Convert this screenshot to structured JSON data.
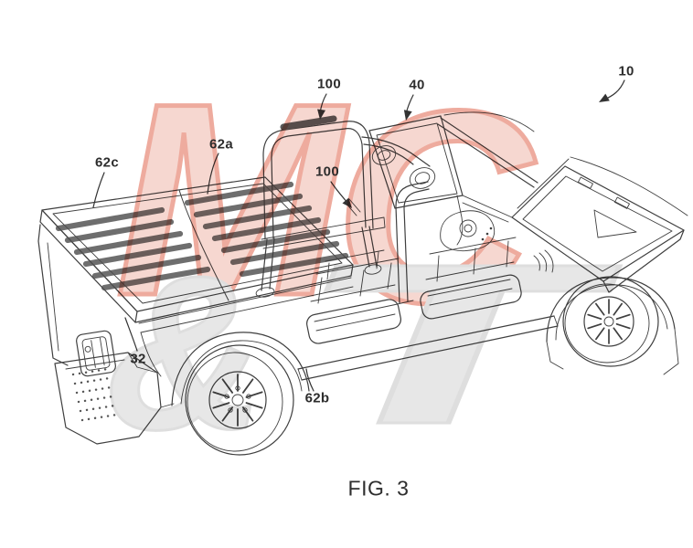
{
  "figure": {
    "caption": "FIG. 3",
    "reference_labels": [
      {
        "text": "100"
      },
      {
        "text": "40"
      },
      {
        "text": "10"
      },
      {
        "text": "100"
      },
      {
        "text": "62a"
      },
      {
        "text": "62c"
      },
      {
        "text": "32"
      },
      {
        "text": "62b"
      }
    ]
  },
  "watermark": {
    "characters": [
      "M",
      "C",
      "&",
      "T"
    ],
    "red_fill": "#f6d7d0",
    "red_edge": "#eeab9e",
    "gray_fill": "#e7e7e7"
  },
  "colors": {
    "background": "#ffffff",
    "line": "#3f3f3f",
    "label_text": "#2d2d2d"
  }
}
